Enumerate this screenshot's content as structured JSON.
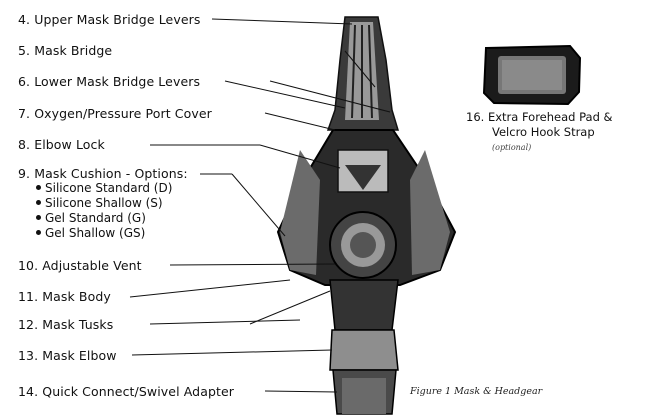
{
  "labels": {
    "l4": "4. Upper Mask Bridge Levers",
    "l5": "5. Mask Bridge",
    "l6": "6. Lower Mask Bridge Levers",
    "l7": "7. Oxygen/Pressure Port Cover",
    "l8": "8. Elbow Lock",
    "l9": "9. Mask Cushion - Options:",
    "l10": "10.  Adjustable Vent",
    "l11": "11.  Mask Body",
    "l12": "12.  Mask Tusks",
    "l13": "13.  Mask Elbow",
    "l14": "14.  Quick Connect/Swivel Adapter"
  },
  "cushion_options": [
    "Silicone Standard (D)",
    "Silicone Shallow (S)",
    "Gel Standard (G)",
    "Gel Shallow (GS)"
  ],
  "pad": {
    "line1": "16.  Extra Forehead Pad &",
    "line2": "Velcro Hook Strap",
    "note": "(optional)"
  },
  "caption": "Figure 1 Mask & Headgear"
}
